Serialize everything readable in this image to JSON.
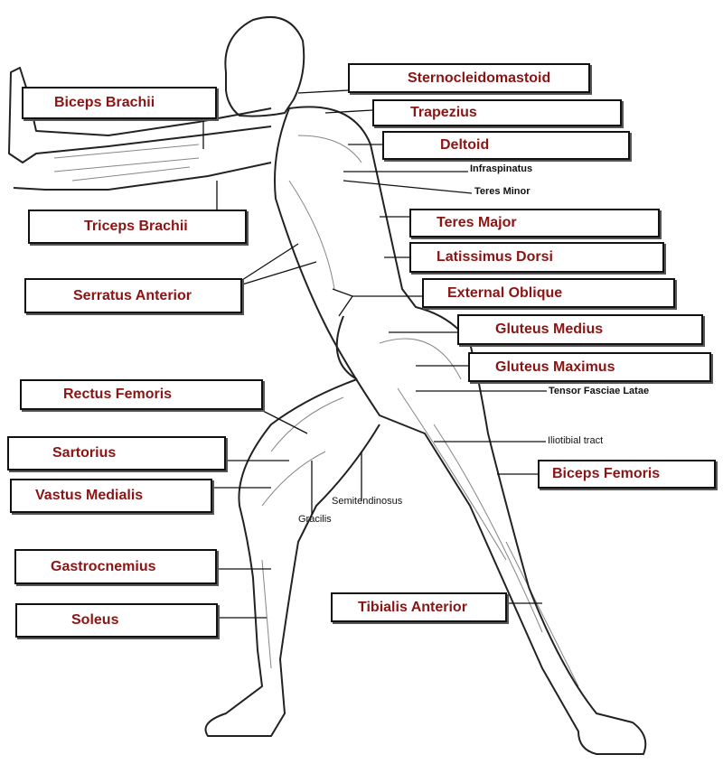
{
  "boxed_labels": {
    "biceps_brachii": "Biceps Brachii",
    "sternocleidomastoid": "Sternocleidomastoid",
    "trapezius": "Trapezius",
    "deltoid": "Deltoid",
    "triceps_brachii": "Triceps Brachii",
    "teres_major": "Teres Major",
    "latissimus_dorsi": "Latissimus Dorsi",
    "serratus_anterior": "Serratus Anterior",
    "external_oblique": "External Oblique",
    "gluteus_medius": "Gluteus Medius",
    "gluteus_maximus": "Gluteus Maximus",
    "rectus_femoris": "Rectus Femoris",
    "sartorius": "Sartorius",
    "vastus_medialis": "Vastus Medialis",
    "biceps_femoris": "Biceps Femoris",
    "gastrocnemius": "Gastrocnemius",
    "tibialis_anterior": "Tibialis Anterior",
    "soleus": "Soleus"
  },
  "small_labels": {
    "infraspinatus": "Infraspinatus",
    "teres_minor": "Teres Minor",
    "tensor_fasciae_latae": "Tensor Fasciae Latae",
    "iliotibial_tract": "Iliotibial tract",
    "semitendinosus": "Semitendinosus",
    "gracilis": "Gracilis"
  },
  "colors": {
    "label_text": "#8b1414",
    "line": "#111111"
  }
}
